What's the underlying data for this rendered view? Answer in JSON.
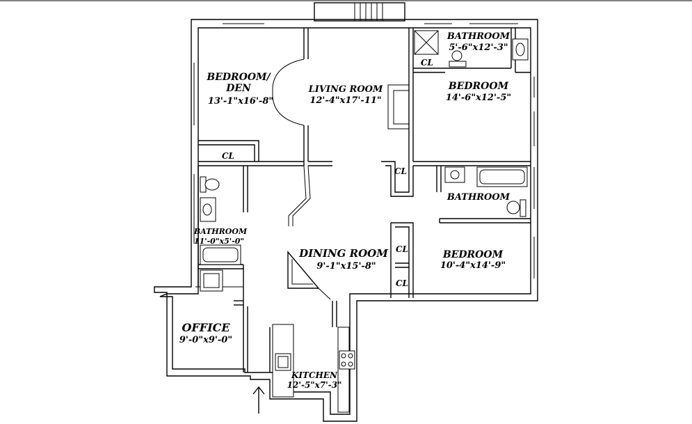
{
  "rooms": {
    "bedroom_den": {
      "name_line1": "BEDROOM/",
      "name_line2": "DEN",
      "dims": "13'-1\"x16'-8\""
    },
    "living_room": {
      "name": "LIVING ROOM",
      "dims": "12'-4\"x17'-11\""
    },
    "bathroom_top": {
      "name": "BATHROOM",
      "dims": "5'-6\"x12'-3\""
    },
    "bedroom_upper_right": {
      "name": "BEDROOM",
      "dims": "14'-6\"x12'-5\""
    },
    "bathroom_middle": {
      "name": "BATHROOM"
    },
    "bathroom_left": {
      "name": "BATHROOM",
      "dims": "11'-0\"x5'-0\""
    },
    "dining_room": {
      "name": "DINING ROOM",
      "dims": "9'-1\"x15'-8\""
    },
    "bedroom_lower_right": {
      "name": "BEDROOM",
      "dims": "10'-4\"x14'-9\""
    },
    "office": {
      "name": "OFFICE",
      "dims": "9'-0\"x9'-0\""
    },
    "kitchen": {
      "name": "KITCHEN",
      "dims": "12'-5\"x7'-3\""
    }
  },
  "closet_label": "CL"
}
